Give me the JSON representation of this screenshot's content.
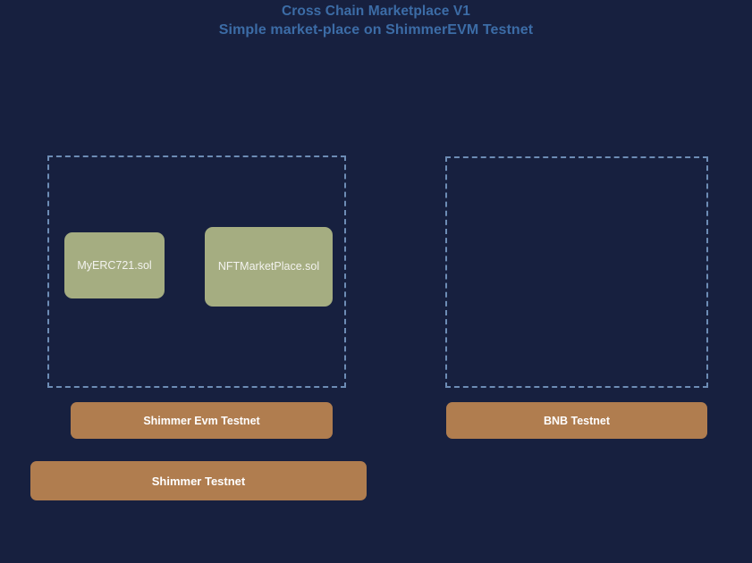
{
  "header": {
    "title": "Cross Chain Marketplace V1",
    "subtitle": "Simple market-place on ShimmerEVM Testnet"
  },
  "theme": {
    "background": "#17203f",
    "title_color": "#3c6ca6",
    "dashed_border_color": "#6d8cb5",
    "contract_fill": "#a5ad81",
    "contract_text": "#f3f3ef",
    "network_button_fill": "#b07d4f",
    "network_button_text": "#ffffff"
  },
  "diagram": {
    "groups": [
      {
        "name": "left-chain-group",
        "contracts": [
          {
            "label": "MyERC721.sol"
          },
          {
            "label": "NFTMarketPlace.sol"
          }
        ],
        "networks": [
          {
            "label": "Shimmer Evm Testnet"
          },
          {
            "label": "Shimmer Testnet"
          }
        ]
      },
      {
        "name": "right-chain-group",
        "contracts": [],
        "networks": [
          {
            "label": "BNB Testnet"
          }
        ]
      }
    ]
  }
}
